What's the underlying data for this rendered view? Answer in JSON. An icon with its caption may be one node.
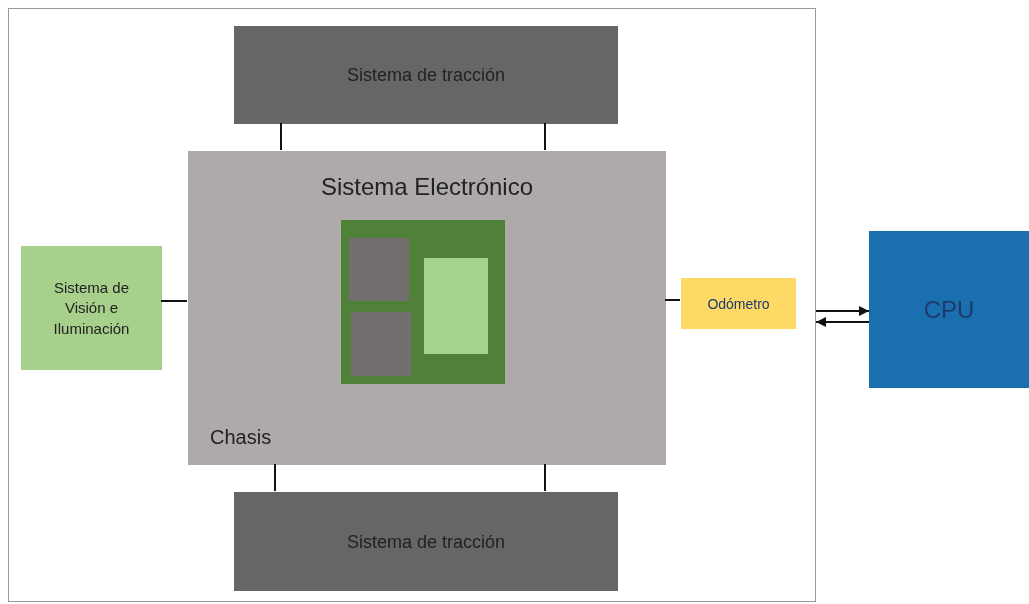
{
  "diagram": {
    "nodes": [
      {
        "text": [],
        "shape": "box"
      },
      {
        "text": [
          "Sistema de tracción"
        ],
        "in": 0
      },
      {
        "text": [
          "Sistema Electrónico",
          "Chasis"
        ],
        "in": 0
      },
      {
        "text": [],
        "shape": "box",
        "in": 2
      },
      {
        "text": [],
        "shape": "box",
        "in": 3
      },
      {
        "text": [],
        "shape": "box",
        "in": 3
      },
      {
        "text": [],
        "shape": "box",
        "in": 3
      },
      {
        "text": [
          "Sistema de Visión e Iluminación"
        ],
        "in": 0
      },
      {
        "text": [
          "Odómetro"
        ],
        "in": 0
      },
      {
        "text": [
          "Sistema de tracción"
        ],
        "in": 0
      },
      {
        "text": [
          "CPU"
        ]
      }
    ],
    "edges": [
      {
        "from": 1,
        "to": 2,
        "arrow": "none"
      },
      {
        "from": 1,
        "to": 2,
        "arrow": "none"
      },
      {
        "from": 7,
        "to": 2,
        "arrow": "none"
      },
      {
        "from": 2,
        "to": 8,
        "arrow": "none"
      },
      {
        "from": 2,
        "to": 9,
        "arrow": "none"
      },
      {
        "from": 2,
        "to": 9,
        "arrow": "none"
      },
      {
        "from": 0,
        "to": 10,
        "arrow": "to"
      },
      {
        "from": 10,
        "to": 0,
        "arrow": "to"
      }
    ]
  }
}
